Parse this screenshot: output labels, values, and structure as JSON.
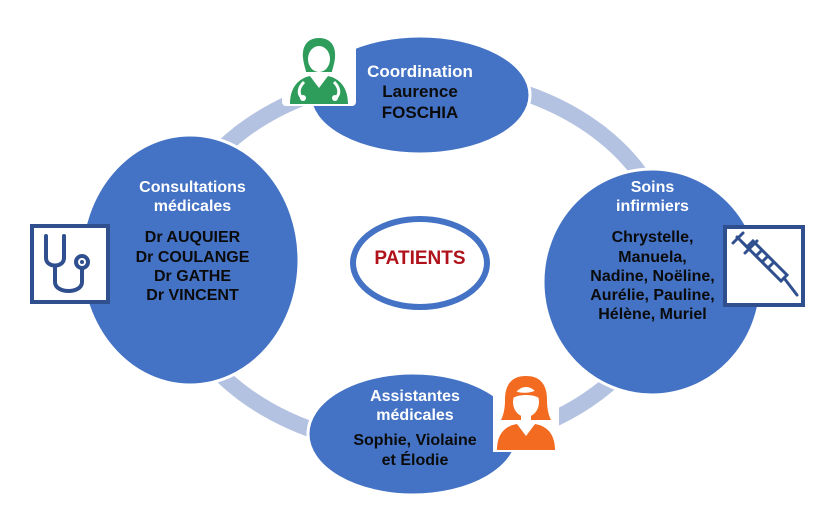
{
  "center": {
    "label": "PATIENTS"
  },
  "nodes": {
    "coordination": {
      "title": "Coordination",
      "names": [
        "Laurence",
        "FOSCHIA"
      ]
    },
    "soins": {
      "title_lines": [
        "Soins",
        "infirmiers"
      ],
      "names": [
        "Chrystelle,",
        "Manuela,",
        "Nadine, Noëline,",
        "Aurélie, Pauline,",
        "Hélène, Muriel"
      ]
    },
    "assistantes": {
      "title_lines": [
        "Assistantes",
        "médicales"
      ],
      "names": [
        "Sophie, Violaine",
        "et Élodie"
      ]
    },
    "consultations": {
      "title_lines": [
        "Consultations",
        "médicales"
      ],
      "names": [
        "Dr AUQUIER",
        "Dr COULANGE",
        "Dr GATHE",
        "Dr VINCENT"
      ]
    }
  },
  "icons": {
    "coordination": "female-doctor-icon",
    "soins": "syringe-icon",
    "assistantes": "female-assistant-icon",
    "consultations": "stethoscope-icon"
  },
  "colors": {
    "node_fill": "#4472c4",
    "node_stroke": "#ffffff",
    "ring": "#b4c2e2",
    "center_stroke": "#4472c4",
    "center_text": "#b0121b",
    "doctor_icon": "#2e9d5b",
    "syringe_icon": "#2f4f8f",
    "assistant_icon": "#f26b21",
    "stethoscope_icon": "#2f4f8f"
  }
}
